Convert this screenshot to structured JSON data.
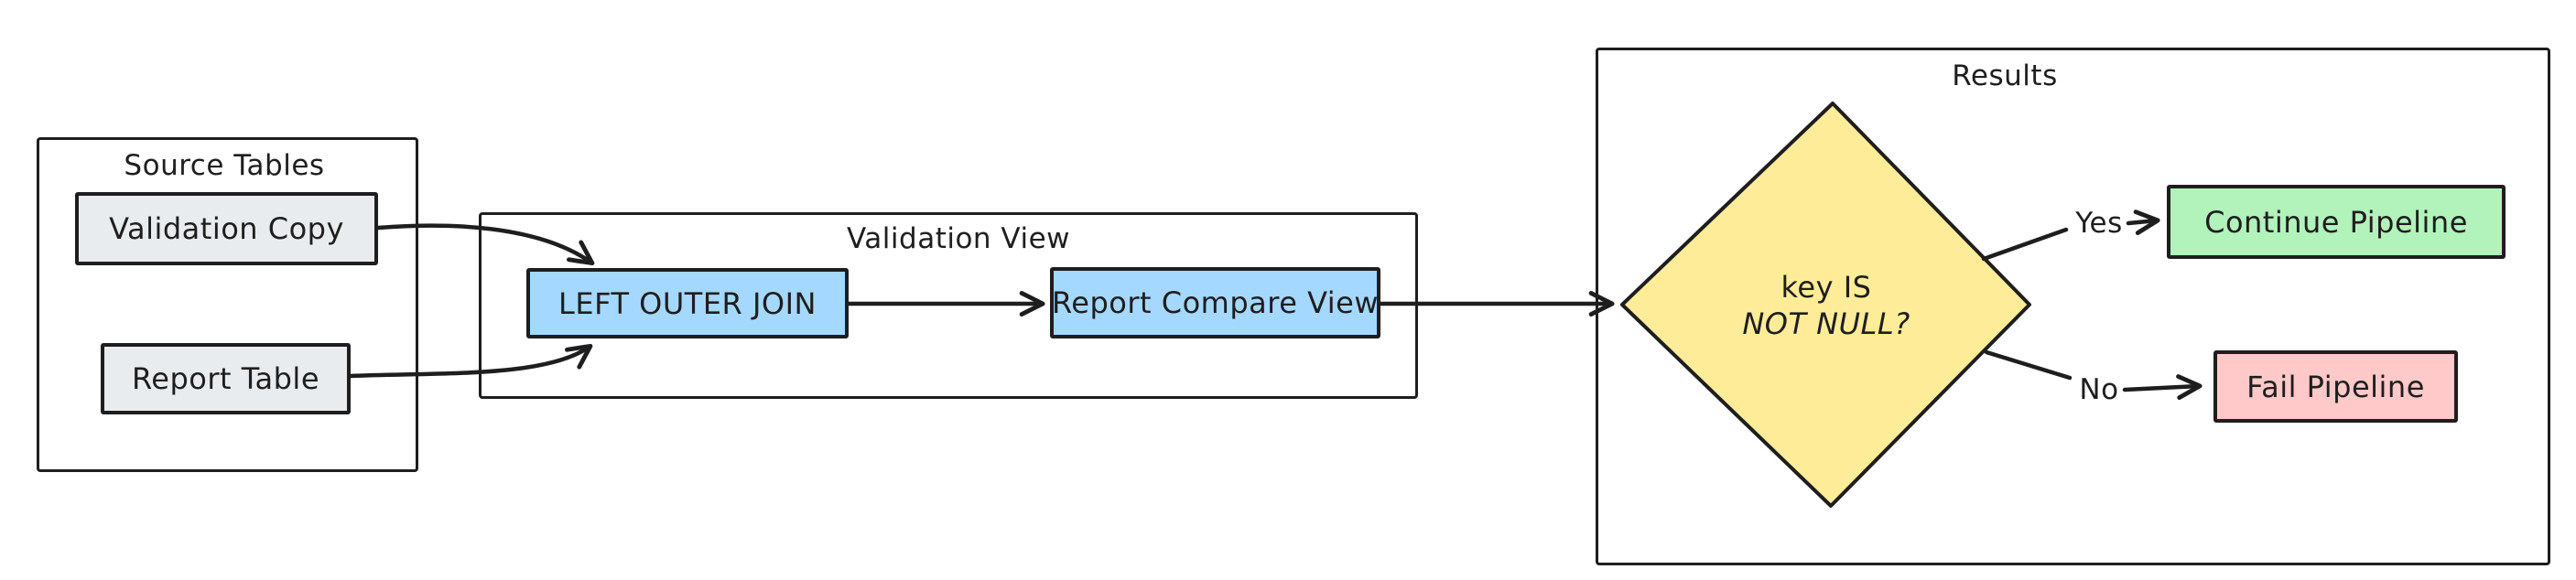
{
  "canvas": {
    "background": "#ffffff",
    "stroke_color": "#1e1e1e"
  },
  "groups": {
    "source_tables": {
      "title": "Source Tables"
    },
    "validation_view": {
      "title": "Validation View"
    },
    "results": {
      "title": "Results"
    }
  },
  "nodes": {
    "validation_copy": {
      "label": "Validation Copy",
      "fill": "#e9ecef",
      "shape": "rectangle"
    },
    "report_table": {
      "label": "Report Table",
      "fill": "#e9ecef",
      "shape": "rectangle"
    },
    "left_outer_join": {
      "label": "LEFT OUTER JOIN",
      "fill": "#a5d8ff",
      "shape": "rectangle"
    },
    "report_compare_view": {
      "label": "Report Compare View",
      "fill": "#a5d8ff",
      "shape": "rectangle"
    },
    "decision": {
      "line1": "key IS",
      "line2": "NOT NULL?",
      "fill": "#ffec99",
      "shape": "diamond"
    },
    "continue_pipeline": {
      "label": "Continue Pipeline",
      "fill": "#b2f2bb",
      "shape": "rectangle"
    },
    "fail_pipeline": {
      "label": "Fail Pipeline",
      "fill": "#ffc9c9",
      "shape": "rectangle"
    }
  },
  "edges": [
    {
      "from": "validation_copy",
      "to": "left_outer_join",
      "label": ""
    },
    {
      "from": "report_table",
      "to": "left_outer_join",
      "label": ""
    },
    {
      "from": "left_outer_join",
      "to": "report_compare_view",
      "label": ""
    },
    {
      "from": "report_compare_view",
      "to": "decision",
      "label": ""
    },
    {
      "from": "decision",
      "to": "continue_pipeline",
      "label": "Yes"
    },
    {
      "from": "decision",
      "to": "fail_pipeline",
      "label": "No"
    }
  ]
}
